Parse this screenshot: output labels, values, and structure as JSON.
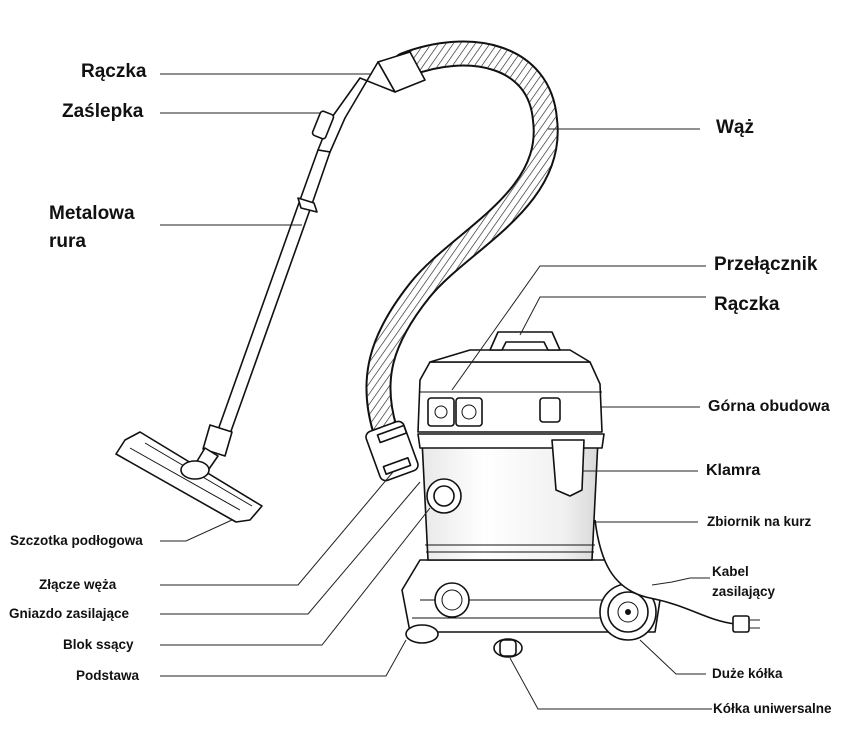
{
  "labels": {
    "raczka_top": "Rączka",
    "zaslepka": "Zaślepka",
    "metalowa_1": "Metalowa",
    "metalowa_2": "rura",
    "waz": "Wąż",
    "przelacznik": "Przełącznik",
    "raczka_right": "Rączka",
    "gorna_obudowa": "Górna obudowa",
    "klamra": "Klamra",
    "zbiornik": "Zbiornik na kurz",
    "kabel_1": "Kabel",
    "kabel_2": "zasilający",
    "szczotka": "Szczotka podłogowa",
    "zlacze": "Złącze węża",
    "gniazdo": "Gniazdo zasilające",
    "blok": "Blok ssący",
    "podstawa": "Podstawa",
    "duze_kolka": "Duże kółka",
    "kolka_uniwersalne": "Kółka uniwersalne"
  }
}
